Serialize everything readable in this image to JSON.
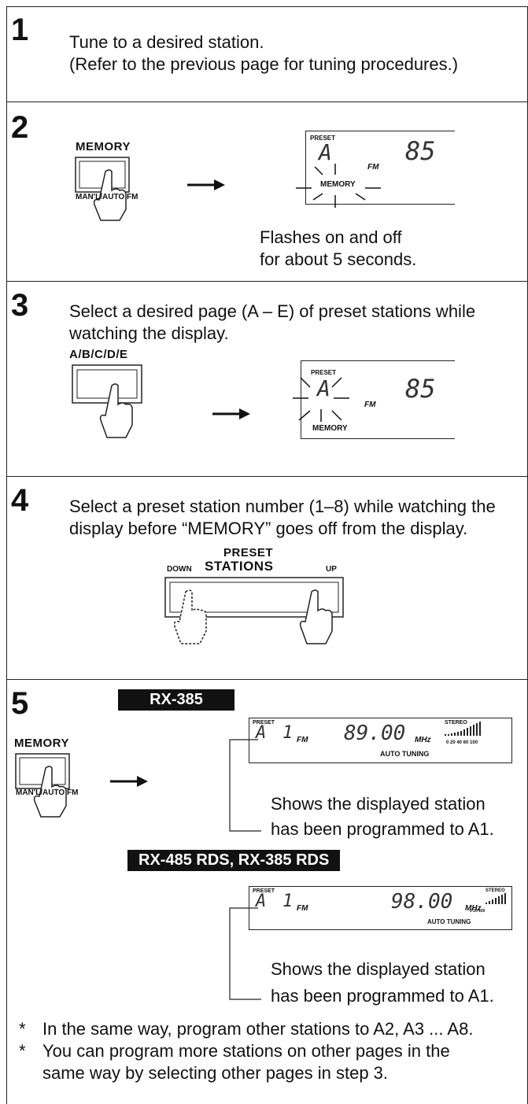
{
  "step1": {
    "number": "1",
    "text_line1": "Tune to a desired station.",
    "text_line2": "(Refer to the previous page for tuning procedures.)"
  },
  "step2": {
    "number": "2",
    "button_label": "MEMORY",
    "button_sublabel": "MAN'L/AUTO FM",
    "display_preset": "PRESET",
    "display_letter": "A",
    "display_fm": "FM",
    "display_memory": "MEMORY",
    "display_freq": "85",
    "caption_line1": "Flashes on and off",
    "caption_line2": "for about 5 seconds."
  },
  "step3": {
    "number": "3",
    "text_line1": "Select a desired page (A – E) of preset stations while",
    "text_line2": "watching the display.",
    "button_label": "A/B/C/D/E",
    "display_preset": "PRESET",
    "display_letter": "A",
    "display_fm": "FM",
    "display_memory": "MEMORY",
    "display_freq": "85"
  },
  "step4": {
    "number": "4",
    "text_line1": "Select a preset station number (1–8) while watching the",
    "text_line2": "display before “MEMORY” goes off from the display.",
    "label_preset": "PRESET",
    "label_stations": "STATIONS",
    "label_down": "DOWN",
    "label_up": "UP"
  },
  "step5": {
    "number": "5",
    "model1": "RX-385",
    "model2": "RX-485 RDS, RX-385 RDS",
    "button_label": "MEMORY",
    "button_sublabel": "MAN'L/AUTO FM",
    "display1": {
      "preset": "PRESET",
      "letter": "A",
      "digit": "1",
      "fm": "FM",
      "freq": "89.00",
      "mhz": "MHz",
      "stereo": "STEREO",
      "scale": "0 20 40 60 100",
      "auto_tuning": "AUTO TUNING"
    },
    "display2": {
      "preset": "PRESET",
      "letter": "A",
      "digit": "1",
      "fm": "FM",
      "freq": "98.00",
      "mhz": "MHz",
      "stereo": "STEREO",
      "scale": "0 20 100",
      "auto_tuning": "AUTO TUNING"
    },
    "caption_line1": "Shows the displayed station",
    "caption_line2": "has been programmed to A1."
  },
  "notes": [
    "In the same way, program other stations to A2, A3 ... A8.",
    "You can program more stations on other pages in the",
    "same way by selecting other pages in step 3."
  ],
  "note_bullet": "*"
}
